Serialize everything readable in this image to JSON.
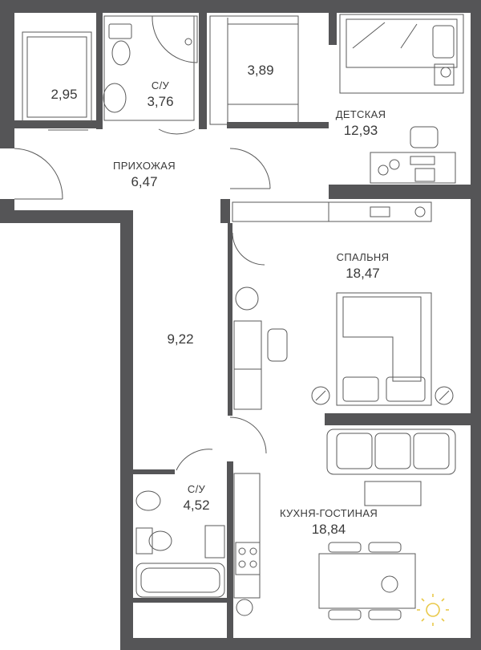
{
  "rooms": {
    "storage": {
      "name": "",
      "area": "2,95"
    },
    "bath_top": {
      "name": "С/У",
      "area": "3,76"
    },
    "wardrobe": {
      "name": "",
      "area": "3,89"
    },
    "kids": {
      "name": "ДЕТСКАЯ",
      "area": "12,93"
    },
    "hall": {
      "name": "ПРИХОЖАЯ",
      "area": "6,47"
    },
    "corridor": {
      "name": "",
      "area": "9,22"
    },
    "bedroom": {
      "name": "СПАЛЬНЯ",
      "area": "18,47"
    },
    "bath_bottom": {
      "name": "С/У",
      "area": "4,52"
    },
    "living": {
      "name": "КУХНЯ-ГОСТИНАЯ",
      "area": "18,84"
    }
  },
  "colors": {
    "wall": "#555557",
    "line": "#5a5a5a",
    "sun": "#e9c94a"
  },
  "icons": [
    "toilet-icon",
    "sink-icon",
    "shower-icon",
    "bathtub-icon",
    "bed-icon",
    "sofa-icon",
    "table-icon",
    "chair-icon",
    "stove-icon",
    "washing-machine-icon",
    "sun-icon"
  ]
}
